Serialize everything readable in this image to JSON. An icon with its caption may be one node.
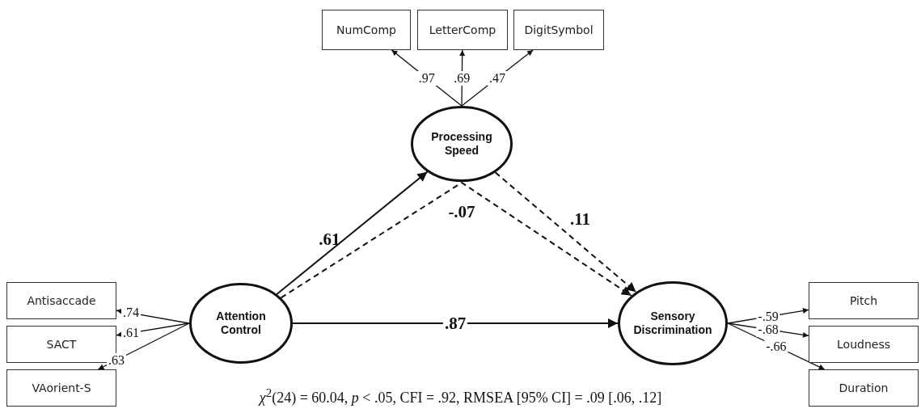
{
  "diagram": {
    "caption": "*χ*$^{2}$(24) = 60.04, *p* < .05, CFI = .92, RMSEA [95% CI] = .09 [.06, .12]",
    "nodes": [
      {
        "text": [
          "NumComp"
        ]
      },
      {
        "text": [
          "LetterComp"
        ]
      },
      {
        "text": [
          "DigitSymbol"
        ]
      },
      {
        "text": [
          "Processing Speed"
        ]
      },
      {
        "text": [
          "Antisaccade"
        ]
      },
      {
        "text": [
          "SACT"
        ]
      },
      {
        "text": [
          "VAorient-S"
        ]
      },
      {
        "text": [
          "Attention Control"
        ]
      },
      {
        "text": [
          "Pitch"
        ]
      },
      {
        "text": [
          "Loudness"
        ]
      },
      {
        "text": [
          "Duration"
        ]
      },
      {
        "text": [
          "Sensory Discrimination"
        ]
      }
    ],
    "edges": [
      {
        "from": 3,
        "to": 0,
        "arrow": "to",
        "label": ".97"
      },
      {
        "from": 3,
        "to": 1,
        "arrow": "to",
        "label": ".69"
      },
      {
        "from": 3,
        "to": 2,
        "arrow": "to",
        "label": ".47"
      },
      {
        "from": 7,
        "to": 4,
        "arrow": "to",
        "label": ".74"
      },
      {
        "from": 7,
        "to": 5,
        "arrow": "to",
        "label": ".61"
      },
      {
        "from": 7,
        "to": 6,
        "arrow": "to",
        "label": ".63"
      },
      {
        "from": 11,
        "to": 8,
        "arrow": "to",
        "label": "-.59"
      },
      {
        "from": 11,
        "to": 9,
        "arrow": "to",
        "label": "-.68"
      },
      {
        "from": 11,
        "to": 10,
        "arrow": "to",
        "label": "-.66"
      },
      {
        "from": 7,
        "to": 3,
        "arrow": "to",
        "label": ".61"
      },
      {
        "from": 7,
        "to": 11,
        "arrow": "to",
        "label": ".87"
      },
      {
        "from": 7,
        "to": 11,
        "arrow": "to",
        "label": "-.07",
        "style": "dashed"
      },
      {
        "from": 3,
        "to": 11,
        "arrow": "to",
        "label": ".11",
        "style": "dashed"
      }
    ]
  }
}
